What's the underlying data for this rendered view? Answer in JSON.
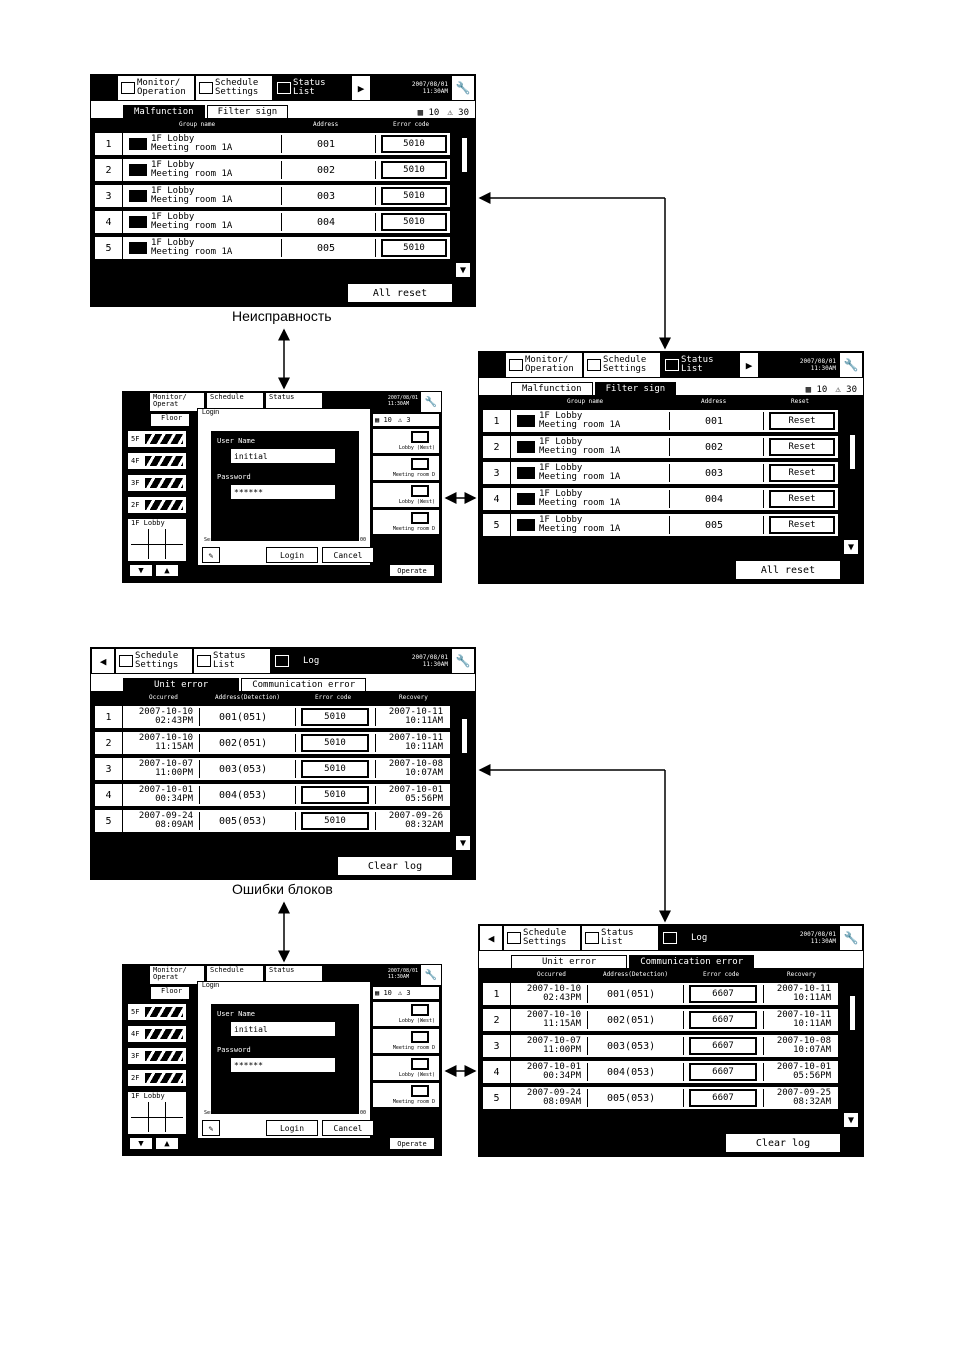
{
  "common": {
    "monitor_label": "Monitor/\nOperation",
    "schedule_label": "Schedule\nSettings",
    "status_label": "Status\nList",
    "log_label": "Log",
    "date": "2007/08/01",
    "time": "11:30AM",
    "count_filter": "10",
    "count_warn": "30"
  },
  "malfunction_screen": {
    "tabs": [
      "Malfunction",
      "Filter sign"
    ],
    "columns": [
      "Group name",
      "Address",
      "Error code"
    ],
    "rows": [
      {
        "num": "1",
        "name1": "1F Lobby",
        "name2": "Meeting room 1A",
        "address": "001",
        "code": "5010"
      },
      {
        "num": "2",
        "name1": "1F Lobby",
        "name2": "Meeting room 1A",
        "address": "002",
        "code": "5010"
      },
      {
        "num": "3",
        "name1": "1F Lobby",
        "name2": "Meeting room 1A",
        "address": "003",
        "code": "5010"
      },
      {
        "num": "4",
        "name1": "1F Lobby",
        "name2": "Meeting room 1A",
        "address": "004",
        "code": "5010"
      },
      {
        "num": "5",
        "name1": "1F Lobby",
        "name2": "Meeting room 1A",
        "address": "005",
        "code": "5010"
      }
    ],
    "button": "All reset",
    "caption": "Неисправность"
  },
  "filter_screen": {
    "columns": [
      "Group name",
      "Address",
      "Reset"
    ],
    "rows": [
      {
        "num": "1",
        "name1": "1F Lobby",
        "name2": "Meeting room 1A",
        "address": "001",
        "code": "Reset"
      },
      {
        "num": "2",
        "name1": "1F Lobby",
        "name2": "Meeting room 1A",
        "address": "002",
        "code": "Reset"
      },
      {
        "num": "3",
        "name1": "1F Lobby",
        "name2": "Meeting room 1A",
        "address": "003",
        "code": "Reset"
      },
      {
        "num": "4",
        "name1": "1F Lobby",
        "name2": "Meeting room 1A",
        "address": "004",
        "code": "Reset"
      },
      {
        "num": "5",
        "name1": "1F Lobby",
        "name2": "Meeting room 1A",
        "address": "005",
        "code": "Reset"
      }
    ],
    "button": "All reset"
  },
  "unit_error_screen": {
    "tabs": [
      "Unit error",
      "Communication error"
    ],
    "columns": [
      "Occurred",
      "Address(Detection)",
      "Error code",
      "Recovery"
    ],
    "rows": [
      {
        "num": "1",
        "occ1": "2007-10-10",
        "occ2": "02:43PM",
        "address": "001(051)",
        "code": "5010",
        "rec1": "2007-10-11",
        "rec2": "10:11AM"
      },
      {
        "num": "2",
        "occ1": "2007-10-10",
        "occ2": "11:15AM",
        "address": "002(051)",
        "code": "5010",
        "rec1": "2007-10-11",
        "rec2": "10:11AM"
      },
      {
        "num": "3",
        "occ1": "2007-10-07",
        "occ2": "11:00PM",
        "address": "003(053)",
        "code": "5010",
        "rec1": "2007-10-08",
        "rec2": "10:07AM"
      },
      {
        "num": "4",
        "occ1": "2007-10-01",
        "occ2": "00:34PM",
        "address": "004(053)",
        "code": "5010",
        "rec1": "2007-10-01",
        "rec2": "05:56PM"
      },
      {
        "num": "5",
        "occ1": "2007-09-24",
        "occ2": "08:09AM",
        "address": "005(053)",
        "code": "5010",
        "rec1": "2007-09-26",
        "rec2": "08:32AM"
      }
    ],
    "button": "Clear log",
    "caption": "Ошибки блоков"
  },
  "comm_error_screen": {
    "rows": [
      {
        "num": "1",
        "occ1": "2007-10-10",
        "occ2": "02:43PM",
        "address": "001(051)",
        "code": "6607",
        "rec1": "2007-10-11",
        "rec2": "10:11AM"
      },
      {
        "num": "2",
        "occ1": "2007-10-10",
        "occ2": "11:15AM",
        "address": "002(051)",
        "code": "6607",
        "rec1": "2007-10-11",
        "rec2": "10:11AM"
      },
      {
        "num": "3",
        "occ1": "2007-10-07",
        "occ2": "11:00PM",
        "address": "003(053)",
        "code": "6607",
        "rec1": "2007-10-08",
        "rec2": "10:07AM"
      },
      {
        "num": "4",
        "occ1": "2007-10-01",
        "occ2": "00:34PM",
        "address": "004(053)",
        "code": "6607",
        "rec1": "2007-10-01",
        "rec2": "05:56PM"
      },
      {
        "num": "5",
        "occ1": "2007-09-24",
        "occ2": "08:09AM",
        "address": "005(053)",
        "code": "6607",
        "rec1": "2007-09-25",
        "rec2": "08:32AM"
      }
    ],
    "button": "Clear log"
  },
  "login": {
    "title": "Login",
    "tabs": [
      "Monitor/ Operat",
      "Schedule",
      "Status"
    ],
    "floor_label": "Floor",
    "floors": [
      "5F",
      "4F",
      "3F",
      "2F"
    ],
    "lobby_label": "1F Lobby",
    "user_label": "User Name",
    "user_value": "initial",
    "pass_label": "Password",
    "pass_value": "******",
    "serial": "Serial No.0170-0015",
    "version": "Ver.1.00",
    "login_btn": "Login",
    "cancel_btn": "Cancel",
    "operate_btn": "Operate",
    "count_filter": "10",
    "count_warn": "3",
    "right_items": [
      "Lobby (West)",
      "Meeting room D",
      "Lobby (West)",
      "Meeting room D"
    ]
  }
}
